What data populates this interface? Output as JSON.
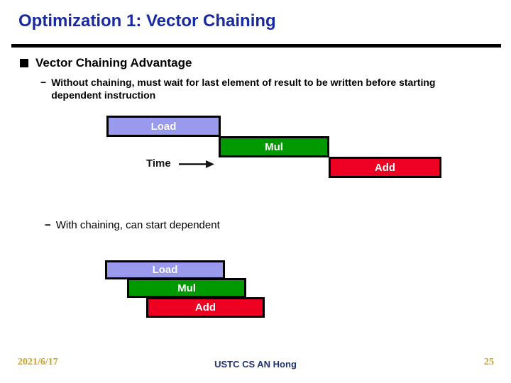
{
  "slide": {
    "title": "Optimization 1: Vector Chaining",
    "bullet_marker": "■",
    "section_bullet": "Vector Chaining Advantage",
    "dash_marker": "−",
    "without_chaining_text": "Without chaining, must wait for last element of result to be written before starting dependent instruction",
    "with_chaining_text": "With chaining, can start dependent",
    "time_label": "Time"
  },
  "diagram_without_chaining": {
    "bars": [
      {
        "label": "Load",
        "color": "#9999ee"
      },
      {
        "label": "Mul",
        "color": "#009a00"
      },
      {
        "label": "Add",
        "color": "#ee0022"
      }
    ]
  },
  "diagram_with_chaining": {
    "bars": [
      {
        "label": "Load",
        "color": "#9999ee"
      },
      {
        "label": "Mul",
        "color": "#009a00"
      },
      {
        "label": "Add",
        "color": "#ee0022"
      }
    ]
  },
  "footer": {
    "date": "2021/6/17",
    "credit": "USTC CS AN Hong",
    "page_number": "25"
  },
  "colors": {
    "title_text": "#1a2aa0",
    "rule": "#000000",
    "footer_gold": "#c9a227",
    "footer_navy": "#1f3178"
  }
}
